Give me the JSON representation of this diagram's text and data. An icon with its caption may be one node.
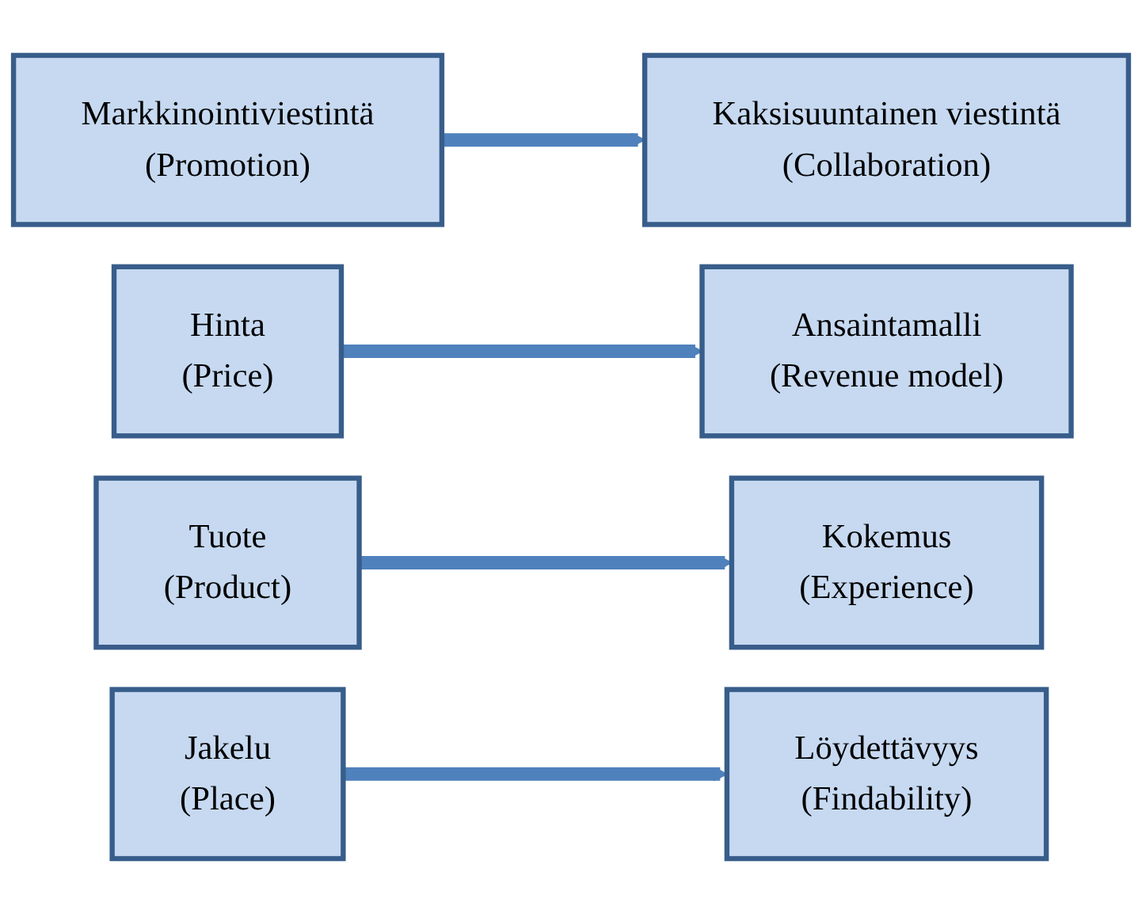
{
  "diagram": {
    "nodes": [
      {
        "text": [
          "Markkinointiviestintä",
          "(Promotion)"
        ]
      },
      {
        "text": [
          "Kaksisuuntainen viestintä",
          "(Collaboration)"
        ]
      },
      {
        "text": [
          "Hinta",
          "(Price)"
        ]
      },
      {
        "text": [
          "Ansaintamalli",
          "(Revenue model)"
        ]
      },
      {
        "text": [
          "Tuote",
          "(Product)"
        ]
      },
      {
        "text": [
          "Kokemus",
          "(Experience)"
        ]
      },
      {
        "text": [
          "Jakelu",
          "(Place)"
        ]
      },
      {
        "text": [
          "Löydettävyys",
          "(Findability)"
        ]
      }
    ],
    "edges": [
      {
        "from": 0,
        "to": 1,
        "arrow": "to"
      },
      {
        "from": 2,
        "to": 3,
        "arrow": "to"
      },
      {
        "from": 4,
        "to": 5,
        "arrow": "to"
      },
      {
        "from": 6,
        "to": 7,
        "arrow": "to"
      }
    ]
  }
}
